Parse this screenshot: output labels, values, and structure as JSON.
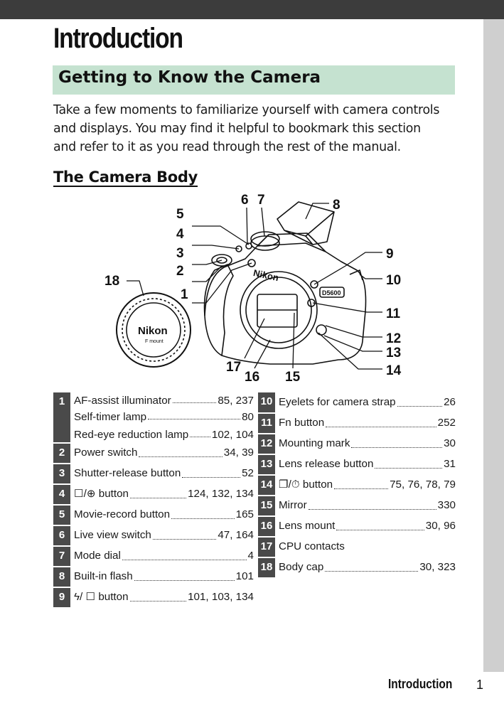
{
  "page": {
    "chapter_title": "Introduction",
    "section_title": "Getting to Know the Camera",
    "intro_lines": [
      "Take a few moments to familiarize yourself with camera controls",
      "and displays.  You may find it helpful to bookmark this section",
      "and refer to it as you read through the rest of the manual."
    ],
    "subheading": "The Camera Body"
  },
  "diagram": {
    "callouts": [
      "1",
      "2",
      "3",
      "4",
      "5",
      "6",
      "7",
      "8",
      "9",
      "10",
      "11",
      "12",
      "13",
      "14",
      "15",
      "16",
      "17",
      "18"
    ],
    "brand_text": "Nikon",
    "cap_brand": "Nikon",
    "cap_subtext": "F mount",
    "model_badge": "D5600"
  },
  "legend_left": [
    {
      "num": "1",
      "lines": [
        {
          "label": "AF-assist illuminator",
          "pages": "85, 237"
        },
        {
          "label": "Self-timer lamp",
          "pages": "80"
        },
        {
          "label": "Red-eye reduction lamp",
          "pages": "102, 104"
        }
      ]
    },
    {
      "num": "2",
      "lines": [
        {
          "label": "Power switch",
          "pages": "34, 39"
        }
      ]
    },
    {
      "num": "3",
      "lines": [
        {
          "label": "Shutter-release button",
          "pages": "52"
        }
      ]
    },
    {
      "num": "4",
      "lines": [
        {
          "label": "☐/⊕ button",
          "pages": "124, 132, 134"
        }
      ]
    },
    {
      "num": "5",
      "lines": [
        {
          "label": "Movie-record button",
          "pages": "165"
        }
      ]
    },
    {
      "num": "6",
      "lines": [
        {
          "label": "Live view switch",
          "pages": "47, 164"
        }
      ]
    },
    {
      "num": "7",
      "lines": [
        {
          "label": "Mode dial",
          "pages": "4"
        }
      ]
    },
    {
      "num": "8",
      "lines": [
        {
          "label": "Built-in flash",
          "pages": "101"
        }
      ]
    },
    {
      "num": "9",
      "lines": [
        {
          "label": "ϟ/ ☐ button",
          "pages": "101, 103, 134"
        }
      ]
    }
  ],
  "legend_right": [
    {
      "num": "10",
      "lines": [
        {
          "label": "Eyelets for camera strap",
          "pages": "26"
        }
      ]
    },
    {
      "num": "11",
      "lines": [
        {
          "label": "Fn button",
          "pages": "252"
        }
      ]
    },
    {
      "num": "12",
      "lines": [
        {
          "label": "Mounting mark",
          "pages": "30"
        }
      ]
    },
    {
      "num": "13",
      "lines": [
        {
          "label": "Lens release button",
          "pages": "31"
        }
      ]
    },
    {
      "num": "14",
      "lines": [
        {
          "label": "❐/⏱ button",
          "pages": "75, 76, 78, 79"
        }
      ]
    },
    {
      "num": "15",
      "lines": [
        {
          "label": "Mirror",
          "pages": "330"
        }
      ]
    },
    {
      "num": "16",
      "lines": [
        {
          "label": "Lens mount",
          "pages": "30, 96"
        }
      ]
    },
    {
      "num": "17",
      "lines": [
        {
          "label": "CPU contacts",
          "pages": ""
        }
      ]
    },
    {
      "num": "18",
      "lines": [
        {
          "label": "Body cap",
          "pages": "30, 323"
        }
      ]
    }
  ],
  "footer": {
    "section_label": "Introduction",
    "page_number": "1"
  },
  "colors": {
    "top_bar": "#3c3c3c",
    "side_bar": "#cfcfcf",
    "section_band": "#c5e2d0",
    "number_cell": "#4a4a4a"
  }
}
